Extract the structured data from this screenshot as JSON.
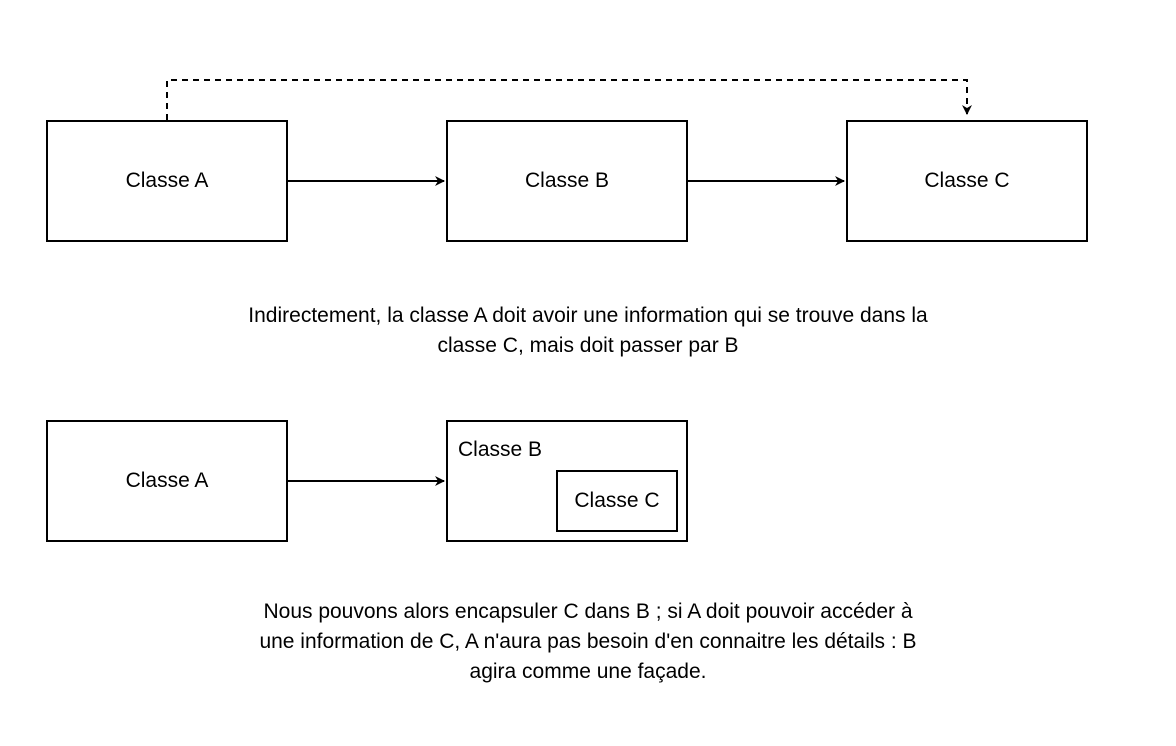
{
  "top_diagram": {
    "class_a": "Classe A",
    "class_b": "Classe B",
    "class_c": "Classe C"
  },
  "top_caption": {
    "line1": "Indirectement, la classe A doit avoir une information qui se trouve dans la",
    "line2": "classe C, mais doit passer par B"
  },
  "bottom_diagram": {
    "class_a": "Classe A",
    "class_b": "Classe B",
    "class_c": "Classe C"
  },
  "bottom_caption": {
    "line1": "Nous pouvons alors encapsuler C dans B ; si A doit pouvoir accéder à",
    "line2": "une information de C, A n'aura pas besoin d'en connaitre les détails : B",
    "line3": "agira comme une façade."
  },
  "colors": {
    "stroke": "#000000",
    "background": "#ffffff"
  }
}
